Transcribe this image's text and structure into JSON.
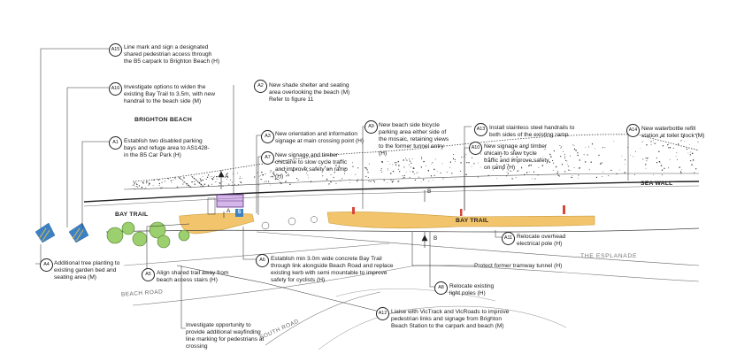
{
  "place_labels": {
    "brighton_beach": "BRIGHTON BEACH",
    "bay_trail_left": "BAY TRAIL",
    "bay_trail_right": "BAY TRAIL",
    "sea_wall": "SEA WALL",
    "the_esplanade": "THE ESPLANADE",
    "beach_road": "BEACH ROAD",
    "south_road": "SOUTH ROAD"
  },
  "section_markers": {
    "a_top": "A",
    "a_bottom": "A",
    "b_top": "B",
    "b_bottom": "B",
    "sign_glyph": "S"
  },
  "annotations": [
    {
      "tag": "A15",
      "text": "Line mark and sign a designated\nshared pedestrian access through\nthe B5 carpark to Brighton Beach (H)"
    },
    {
      "tag": "A16",
      "text": "Investigate options to widen the\nexisting Bay Trail to 3.5m, with new\nhandrail to the beach side (M)"
    },
    {
      "tag": "A2",
      "text": "New shade shelter and seating\narea overlooking the beach (M)\nRefer to figure 11"
    },
    {
      "tag": "A1",
      "text": "Establish two disabled parking\nbays and refuge area to AS1428-\nin the B5 Car Park (H)"
    },
    {
      "tag": "A3",
      "text": "New orientation and information\nsignage at main crossing point (H)"
    },
    {
      "tag": "A7",
      "text": "New signage and timber\nchicaine to slow cycle traffic\nand improve safety on ramp\n(H)"
    },
    {
      "tag": "A9",
      "text": "New beach side bicycle\nparking area either side of\nthe mosaic, retaining views\nto the former tunnel entry\n(H)"
    },
    {
      "tag": "A13",
      "text": "Install stainless steel handrails to\nboth sides of the existing ramp"
    },
    {
      "tag": "A14",
      "text": "New waterbottle refill\nstation at toilet block (M)"
    },
    {
      "tag": "A10",
      "text": "New signage and timber\nchicain to slow cycle\ntraffic and improve safety\non ramp (H)"
    },
    {
      "tag": "A11",
      "text": "Relocate overhead\nelectrical pole (H)"
    },
    {
      "tag": "A4",
      "text": "Additional tree planting to\nexisting garden bed and\nseating area (M)"
    },
    {
      "tag": "A5",
      "text": "Align shared trail away from\nbeach access stairs (H)"
    },
    {
      "tag": "A6",
      "text": "Establish min 3.0m wide concrete Bay Trail\nthrough link alongside Beach Road and replace\nexisting kerb with semi mountable to improve\nsafety for cyclists (H)"
    },
    {
      "tag": "",
      "text": "Protect former tramway tunnel (H)"
    },
    {
      "tag": "A8",
      "text": "Relocate existing\nlight poles (H)"
    },
    {
      "tag": "A12",
      "text": "Liaise with VicTrack and VicRoads to improve\npedestrian links and signage from Brighton\nBeach Station to the carpark and beach (M)"
    },
    {
      "tag": "",
      "text": "Investigate opportunity to\nprovide additional wayfinding\nline marking for pedestrians at\ncrossing"
    }
  ]
}
